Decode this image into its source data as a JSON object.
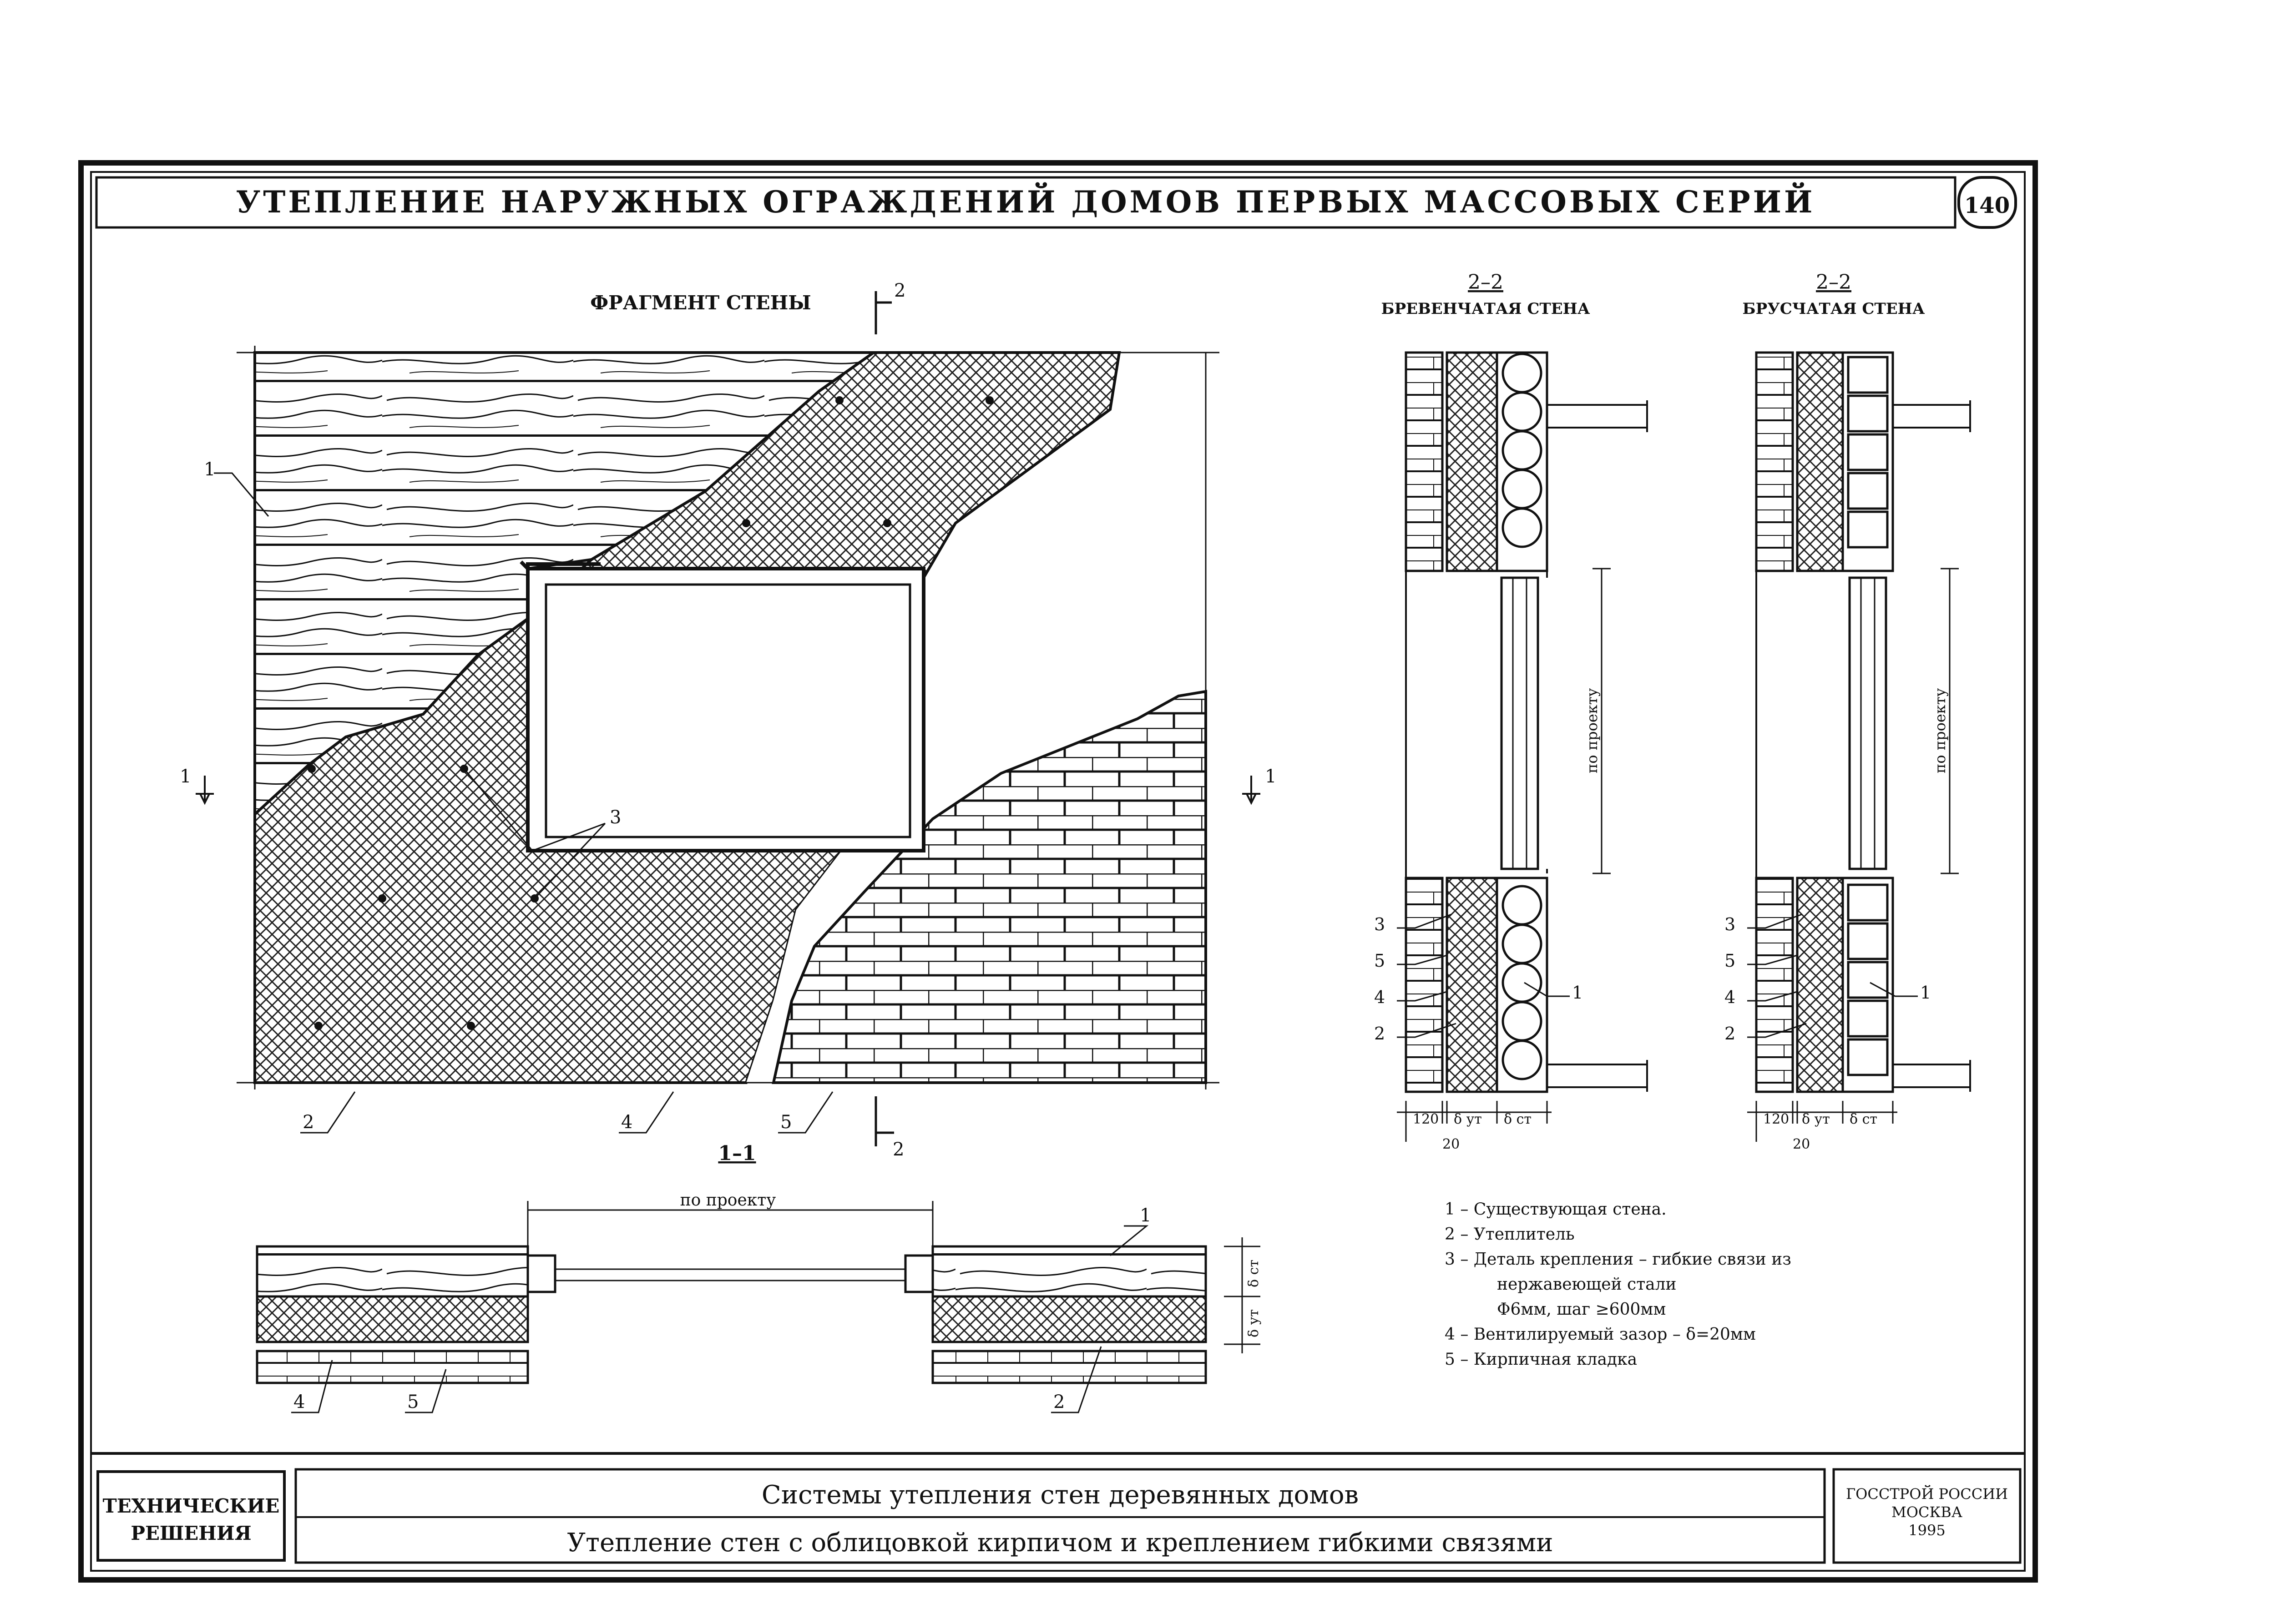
{
  "header": {
    "title": "УТЕПЛЕНИЕ НАРУЖНЫХ ОГРАЖДЕНИЙ ДОМОВ ПЕРВЫХ МАССОВЫХ СЕРИЙ",
    "sheet_number": "140"
  },
  "fragment": {
    "title": "ФРАГМЕНТ СТЕНЫ",
    "section_mark": "2",
    "cut_mark": "1",
    "callouts": [
      "1",
      "2",
      "3",
      "4",
      "5"
    ]
  },
  "plan_section": {
    "title": "1–1",
    "dim_label": "по проекту",
    "thickness_labels": [
      "δ ут",
      "δ ст"
    ],
    "callouts": [
      "1",
      "2",
      "4",
      "5"
    ]
  },
  "sections": [
    {
      "mark": "2–2",
      "title": "БРЕВЕНЧАТАЯ СТЕНА",
      "dim_label": "по проекту",
      "bottom_dims": [
        "120",
        "δ ут",
        "δ ст",
        "20"
      ],
      "callouts": [
        "3",
        "5",
        "4",
        "2",
        "1"
      ]
    },
    {
      "mark": "2–2",
      "title": "БРУСЧАТАЯ СТЕНА",
      "dim_label": "по проекту",
      "bottom_dims": [
        "120",
        "δ ут",
        "δ ст",
        "20"
      ],
      "callouts": [
        "3",
        "5",
        "4",
        "2",
        "1"
      ]
    }
  ],
  "legend": [
    "1 – Существующая стена.",
    "2 – Утеплитель",
    "3 – Деталь крепления – гибкие связи из",
    "нержавеющей стали",
    "Φ6мм, шаг ≥600мм",
    "4 – Вентилируемый зазор – δ=20мм",
    "5 – Кирпичная кладка"
  ],
  "title_block": {
    "category_line1": "ТЕХНИЧЕСКИЕ",
    "category_line2": "РЕШЕНИЯ",
    "system_title": "Системы утепления стен деревянных домов",
    "sheet_title": "Утепление стен с облицовкой кирпичом и креплением гибкими связями",
    "org_line1": "ГОССТРОЙ РОССИИ",
    "org_line2": "МОСКВА",
    "org_line3": "1995"
  }
}
